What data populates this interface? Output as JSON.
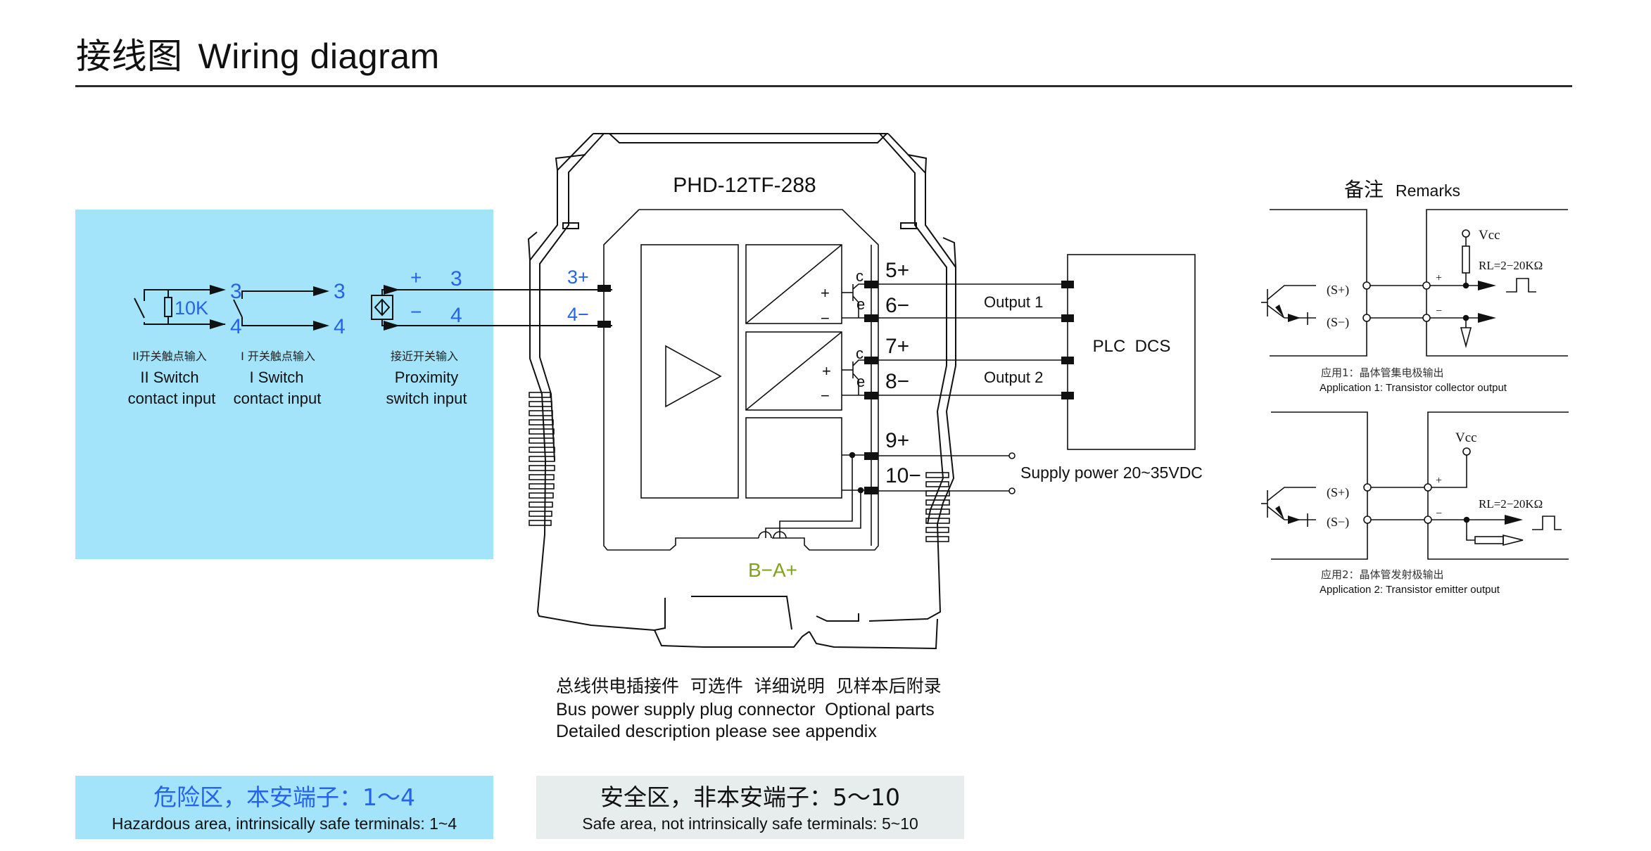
{
  "header": {
    "title_cn": "接线图",
    "title_en": "Wiring diagram"
  },
  "colors": {
    "hazardous_panel": "#a3e4fb",
    "safe_panel": "#e7ecec",
    "terminal_label_blue": "#2563eb",
    "bus_label_green": "#7fa31a",
    "line": "#111111"
  },
  "inputs": {
    "items": [
      {
        "id": "switch-ii",
        "resistor_label": "10K",
        "terminal_top": "3",
        "terminal_bottom": "4",
        "caption_cn": "II开关触点输入",
        "caption_en_line1": "II Switch",
        "caption_en_line2": "contact input"
      },
      {
        "id": "switch-i",
        "terminal_top": "3",
        "terminal_bottom": "4",
        "caption_cn": "I 开关触点输入",
        "caption_en_line1": "I Switch",
        "caption_en_line2": "contact input"
      },
      {
        "id": "proximity",
        "polarity_top": "+",
        "polarity_bottom": "−",
        "terminal_top": "3",
        "terminal_bottom": "4",
        "caption_cn": "接近开关输入",
        "caption_en_line1": "Proximity",
        "caption_en_line2": "switch input"
      }
    ]
  },
  "module": {
    "model": "PHD-12TF-288",
    "input_terminals": [
      "3+",
      "4−"
    ],
    "output_terminals": [
      "5+",
      "6−",
      "7+",
      "8−",
      "9+",
      "10−"
    ],
    "transistor_labels": {
      "collector": "c",
      "emitter": "e",
      "plus": "+",
      "minus": "−"
    },
    "bus_label": "B−A+"
  },
  "outputs": {
    "output1_label": "Output 1",
    "output2_label": "Output 2",
    "plc_label": "PLC  DCS",
    "supply_label": "Supply power 20~35VDC"
  },
  "remarks": {
    "title_cn": "备注",
    "title_en": "Remarks",
    "app1": {
      "s_plus": "(S+)",
      "s_minus": "(S−)",
      "vcc": "Vcc",
      "rl": "RL=2−20KΩ",
      "plus": "+",
      "minus": "−",
      "caption_cn": "应用1：晶体管集电极输出",
      "caption_en": "Application 1: Transistor collector output"
    },
    "app2": {
      "s_plus": "(S+)",
      "s_minus": "(S−)",
      "vcc": "Vcc",
      "rl": "RL=2−20KΩ",
      "plus": "+",
      "minus": "−",
      "caption_cn": "应用2：晶体管发射极输出",
      "caption_en": "Application 2: Transistor emitter output"
    }
  },
  "bus_note": {
    "cn": "总线供电插接件  可选件  详细说明  见样本后附录",
    "en_line1": "Bus power supply plug connector  Optional parts",
    "en_line2": "Detailed description please see appendix"
  },
  "zones": {
    "hazardous": {
      "cn": "危险区，本安端子：1～4",
      "en": "Hazardous area, intrinsically safe terminals: 1~4"
    },
    "safe": {
      "cn": "安全区，非本安端子：5～10",
      "en": "Safe area, not intrinsically safe terminals: 5~10"
    }
  }
}
